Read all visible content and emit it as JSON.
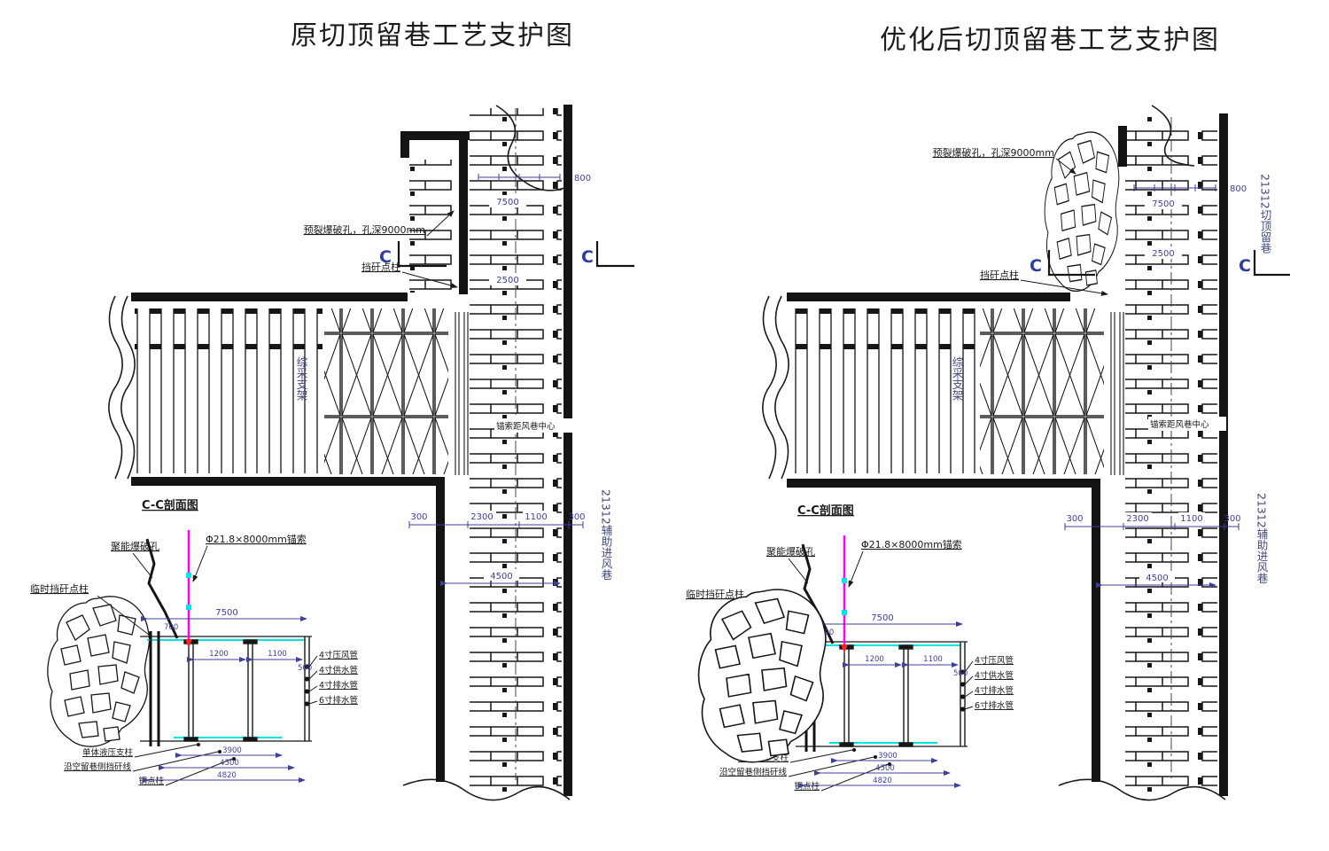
{
  "titles": {
    "left": "原切顶留巷工艺支护图",
    "right": "优化后切顶留巷工艺支护图"
  },
  "section_marker": "C",
  "plan": {
    "blast_hole": "预裂爆破孔，孔深9000mm",
    "gangue_prop": "挡矸点柱",
    "mining_support": "综采支架",
    "cable_to_center": "锚索距风巷中心",
    "airway_name": "21312辅助进风巷",
    "retained_name": "21312切顶留巷",
    "dims": {
      "pitch": "800",
      "depth": "7500",
      "row": "2500",
      "c1": "300",
      "c2": "2300",
      "c3": "1100",
      "c4": "300",
      "width": "4500"
    }
  },
  "section": {
    "title": "C-C剖面图",
    "blast_hole": "聚能爆破孔",
    "anchor_cable": "Φ21.8×8000mm锚索",
    "temp_prop": "临时挡矸点柱",
    "pipes": [
      "4寸压风管",
      "4寸供水管",
      "4寸排水管",
      "6寸排水管"
    ],
    "floor_labels": [
      "单体液压支柱",
      "沿空留巷侧挡矸线",
      "钢点柱"
    ],
    "dims": {
      "span": "7500",
      "p1": "1200",
      "p2": "1100",
      "p3": "500",
      "edge": "700",
      "b1": "3900",
      "b2": "4500",
      "b3": "4820"
    }
  },
  "colors": {
    "line": "#1a1a1a",
    "dim_text": "#3f3fa0",
    "cable": "#ff00ff",
    "roof_line": "#00e5e5",
    "arrow_red": "#ff2020"
  }
}
